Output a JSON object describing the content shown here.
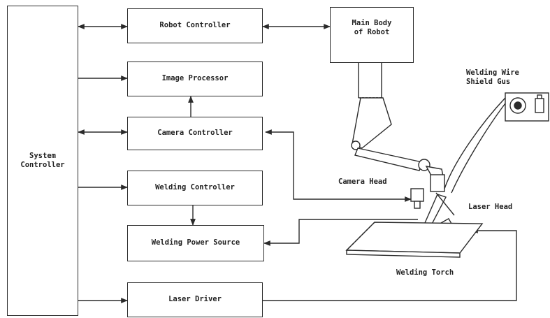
{
  "diagram": {
    "blocks": {
      "system_controller": "System\nController",
      "robot_controller": "Robot Controller",
      "main_body": "Main Body\nof Robot",
      "image_processor": "Image Processor",
      "camera_controller": "Camera Controller",
      "welding_controller": "Welding Controller",
      "welding_power_source": "Welding Power Source",
      "laser_driver": "Laser Driver"
    },
    "annotations": {
      "welding_wire_shield_gas": "Welding Wire\nShield Gus",
      "camera_head": "Camera Head",
      "laser_head": "Laser Head",
      "welding_torch": "Welding Torch"
    }
  }
}
